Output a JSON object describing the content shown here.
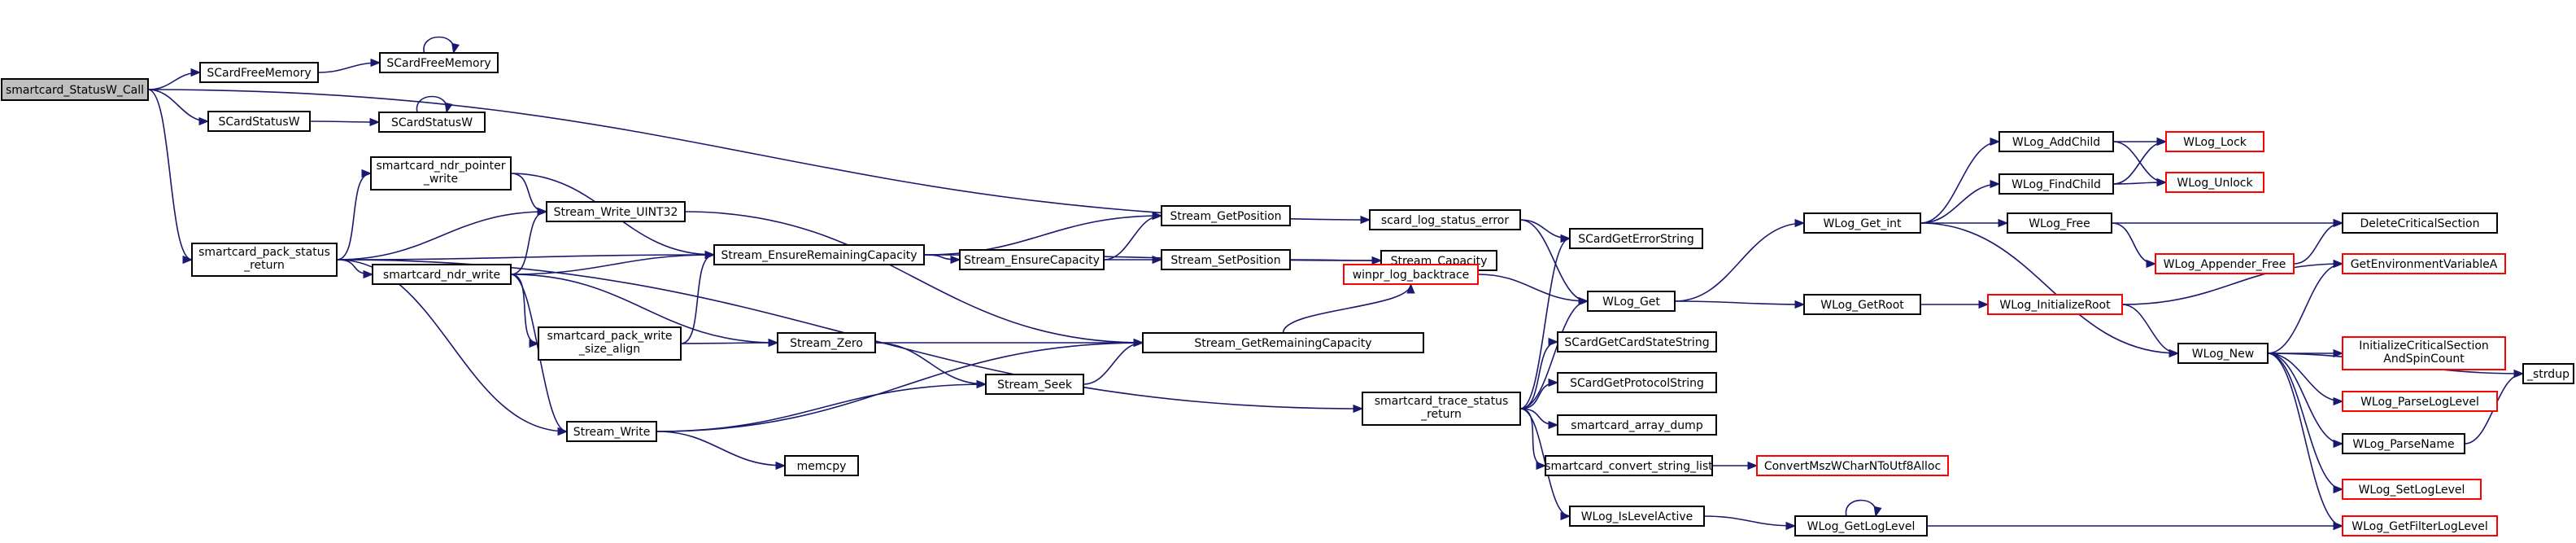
{
  "colors": {
    "edge": "#191970",
    "node_border": "#000000",
    "node_border_truncated": "#ff0000",
    "root_fill": "#bfbfbf",
    "node_fill": "#ffffff"
  },
  "diagram": {
    "type": "call-graph",
    "nodes": [
      {
        "id": "root",
        "label": "smartcard_StatusW_Call",
        "root": true
      },
      {
        "id": "SCardFreeMemory_w",
        "label": "SCardFreeMemory"
      },
      {
        "id": "SCardFreeMemory",
        "label": "SCardFreeMemory"
      },
      {
        "id": "SCardStatusW_w",
        "label": "SCardStatusW"
      },
      {
        "id": "SCardStatusW",
        "label": "SCardStatusW"
      },
      {
        "id": "pack_status",
        "label": "smartcard_pack_status\n_return"
      },
      {
        "id": "ndr_pointer",
        "label": "smartcard_ndr_pointer\n_write"
      },
      {
        "id": "ndr_write",
        "label": "smartcard_ndr_write"
      },
      {
        "id": "write_uint32",
        "label": "Stream_Write_UINT32"
      },
      {
        "id": "pack_write_size",
        "label": "smartcard_pack_write\n_size_align"
      },
      {
        "id": "stream_write",
        "label": "Stream_Write"
      },
      {
        "id": "memcpy",
        "label": "memcpy"
      },
      {
        "id": "ensure_rem",
        "label": "Stream_EnsureRemainingCapacity"
      },
      {
        "id": "stream_zero",
        "label": "Stream_Zero"
      },
      {
        "id": "stream_seek",
        "label": "Stream_Seek"
      },
      {
        "id": "get_position",
        "label": "Stream_GetPosition"
      },
      {
        "id": "ensure_cap",
        "label": "Stream_EnsureCapacity"
      },
      {
        "id": "set_position",
        "label": "Stream_SetPosition"
      },
      {
        "id": "get_rem",
        "label": "Stream_GetRemainingCapacity"
      },
      {
        "id": "capacity",
        "label": "Stream_Capacity"
      },
      {
        "id": "scard_log",
        "label": "scard_log_status_error"
      },
      {
        "id": "winpr_bt",
        "label": "winpr_log_backtrace",
        "truncated": true
      },
      {
        "id": "trace_status",
        "label": "smartcard_trace_status\n_return"
      },
      {
        "id": "get_error_str",
        "label": "SCardGetErrorString"
      },
      {
        "id": "wlog_get",
        "label": "WLog_Get"
      },
      {
        "id": "card_state",
        "label": "SCardGetCardStateString"
      },
      {
        "id": "protocol_str",
        "label": "SCardGetProtocolString"
      },
      {
        "id": "array_dump",
        "label": "smartcard_array_dump"
      },
      {
        "id": "conv_str",
        "label": "smartcard_convert_string_list"
      },
      {
        "id": "conv_msz",
        "label": "ConvertMszWCharNToUtf8Alloc",
        "truncated": true
      },
      {
        "id": "is_level",
        "label": "WLog_IsLevelActive"
      },
      {
        "id": "get_int",
        "label": "WLog_Get_int"
      },
      {
        "id": "get_root",
        "label": "WLog_GetRoot"
      },
      {
        "id": "get_level",
        "label": "WLog_GetLogLevel"
      },
      {
        "id": "add_child",
        "label": "WLog_AddChild"
      },
      {
        "id": "find_child",
        "label": "WLog_FindChild"
      },
      {
        "id": "wlog_free",
        "label": "WLog_Free"
      },
      {
        "id": "init_root",
        "label": "WLog_InitializeRoot",
        "truncated": true
      },
      {
        "id": "wlog_lock",
        "label": "WLog_Lock",
        "truncated": true
      },
      {
        "id": "wlog_unlock",
        "label": "WLog_Unlock",
        "truncated": true
      },
      {
        "id": "appender_free",
        "label": "WLog_Appender_Free",
        "truncated": true
      },
      {
        "id": "wlog_new",
        "label": "WLog_New"
      },
      {
        "id": "del_cs",
        "label": "DeleteCriticalSection"
      },
      {
        "id": "get_env",
        "label": "GetEnvironmentVariableA",
        "truncated": true
      },
      {
        "id": "init_cs",
        "label": "InitializeCriticalSection\nAndSpinCount",
        "truncated": true
      },
      {
        "id": "parse_level",
        "label": "WLog_ParseLogLevel",
        "truncated": true
      },
      {
        "id": "parse_name",
        "label": "WLog_ParseName"
      },
      {
        "id": "set_level",
        "label": "WLog_SetLogLevel",
        "truncated": true
      },
      {
        "id": "filter_level",
        "label": "WLog_GetFilterLogLevel",
        "truncated": true
      },
      {
        "id": "strdup",
        "label": "_strdup"
      }
    ],
    "edges": [
      {
        "from": "root",
        "to": "SCardFreeMemory_w"
      },
      {
        "from": "root",
        "to": "SCardStatusW_w"
      },
      {
        "from": "root",
        "to": "pack_status"
      },
      {
        "from": "root",
        "to": "scard_log"
      },
      {
        "from": "SCardFreeMemory_w",
        "to": "SCardFreeMemory"
      },
      {
        "from": "SCardFreeMemory",
        "to": "SCardFreeMemory"
      },
      {
        "from": "SCardStatusW_w",
        "to": "SCardStatusW"
      },
      {
        "from": "SCardStatusW",
        "to": "SCardStatusW"
      },
      {
        "from": "pack_status",
        "to": "ndr_pointer"
      },
      {
        "from": "pack_status",
        "to": "write_uint32"
      },
      {
        "from": "pack_status",
        "to": "ensure_rem"
      },
      {
        "from": "pack_status",
        "to": "ndr_write"
      },
      {
        "from": "pack_status",
        "to": "stream_write"
      },
      {
        "from": "pack_status",
        "to": "trace_status"
      },
      {
        "from": "ndr_pointer",
        "to": "write_uint32"
      },
      {
        "from": "ndr_pointer",
        "to": "ensure_rem"
      },
      {
        "from": "ndr_write",
        "to": "write_uint32"
      },
      {
        "from": "ndr_write",
        "to": "ensure_rem"
      },
      {
        "from": "ndr_write",
        "to": "pack_write_size"
      },
      {
        "from": "ndr_write",
        "to": "stream_zero"
      },
      {
        "from": "ndr_write",
        "to": "stream_write"
      },
      {
        "from": "write_uint32",
        "to": "get_rem"
      },
      {
        "from": "pack_write_size",
        "to": "ensure_rem"
      },
      {
        "from": "pack_write_size",
        "to": "stream_zero"
      },
      {
        "from": "stream_write",
        "to": "stream_seek"
      },
      {
        "from": "stream_write",
        "to": "get_rem"
      },
      {
        "from": "stream_write",
        "to": "memcpy"
      },
      {
        "from": "ensure_rem",
        "to": "get_position"
      },
      {
        "from": "ensure_rem",
        "to": "ensure_cap"
      },
      {
        "from": "ensure_rem",
        "to": "capacity"
      },
      {
        "from": "ensure_cap",
        "to": "get_position"
      },
      {
        "from": "ensure_cap",
        "to": "set_position"
      },
      {
        "from": "set_position",
        "to": "capacity"
      },
      {
        "from": "stream_zero",
        "to": "get_rem"
      },
      {
        "from": "stream_zero",
        "to": "stream_seek"
      },
      {
        "from": "stream_seek",
        "to": "get_rem"
      },
      {
        "from": "get_rem",
        "to": "winpr_bt"
      },
      {
        "from": "winpr_bt",
        "to": "wlog_get"
      },
      {
        "from": "scard_log",
        "to": "get_error_str"
      },
      {
        "from": "scard_log",
        "to": "wlog_get"
      },
      {
        "from": "trace_status",
        "to": "get_error_str"
      },
      {
        "from": "trace_status",
        "to": "wlog_get"
      },
      {
        "from": "trace_status",
        "to": "card_state"
      },
      {
        "from": "trace_status",
        "to": "protocol_str"
      },
      {
        "from": "trace_status",
        "to": "array_dump"
      },
      {
        "from": "trace_status",
        "to": "conv_str"
      },
      {
        "from": "trace_status",
        "to": "is_level"
      },
      {
        "from": "conv_str",
        "to": "conv_msz"
      },
      {
        "from": "is_level",
        "to": "get_level"
      },
      {
        "from": "wlog_get",
        "to": "get_int"
      },
      {
        "from": "wlog_get",
        "to": "get_root"
      },
      {
        "from": "get_root",
        "to": "init_root"
      },
      {
        "from": "get_level",
        "to": "get_level"
      },
      {
        "from": "get_level",
        "to": "filter_level"
      },
      {
        "from": "get_int",
        "to": "add_child"
      },
      {
        "from": "get_int",
        "to": "find_child"
      },
      {
        "from": "get_int",
        "to": "wlog_free"
      },
      {
        "from": "get_int",
        "to": "wlog_new"
      },
      {
        "from": "add_child",
        "to": "wlog_lock"
      },
      {
        "from": "add_child",
        "to": "wlog_unlock"
      },
      {
        "from": "find_child",
        "to": "wlog_lock"
      },
      {
        "from": "find_child",
        "to": "wlog_unlock"
      },
      {
        "from": "wlog_free",
        "to": "del_cs"
      },
      {
        "from": "wlog_free",
        "to": "appender_free"
      },
      {
        "from": "appender_free",
        "to": "del_cs"
      },
      {
        "from": "init_root",
        "to": "get_env"
      },
      {
        "from": "init_root",
        "to": "wlog_new"
      },
      {
        "from": "wlog_new",
        "to": "get_env"
      },
      {
        "from": "wlog_new",
        "to": "init_cs"
      },
      {
        "from": "wlog_new",
        "to": "parse_level"
      },
      {
        "from": "wlog_new",
        "to": "parse_name"
      },
      {
        "from": "wlog_new",
        "to": "set_level"
      },
      {
        "from": "wlog_new",
        "to": "filter_level"
      },
      {
        "from": "wlog_new",
        "to": "strdup"
      },
      {
        "from": "parse_name",
        "to": "strdup"
      }
    ]
  }
}
